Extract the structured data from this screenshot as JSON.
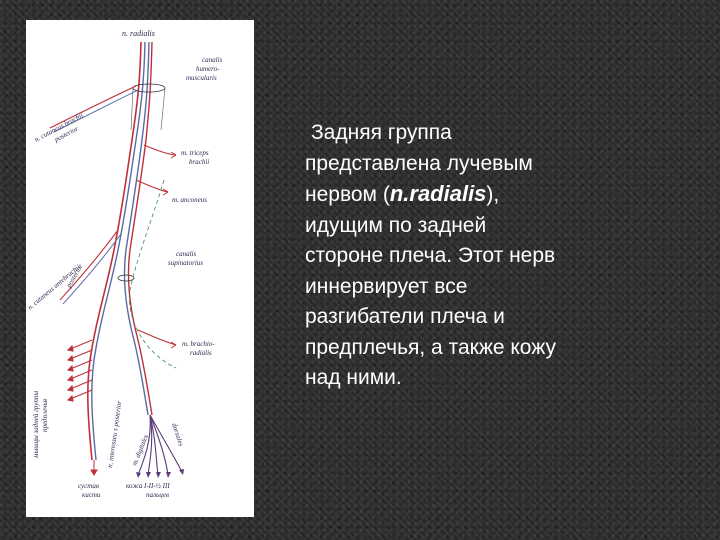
{
  "figure": {
    "labels": {
      "n_radialis": "n. radialis",
      "canalis_humeromuscularis_1": "canalis",
      "canalis_humeromuscularis_2": "humero-",
      "canalis_humeromuscularis_3": "muscularis",
      "n_cutaneus_brachii_1": "n. cutaneus brachii",
      "n_cutaneus_brachii_2": "posterior",
      "m_triceps_1": "m. triceps",
      "m_triceps_2": "brachii",
      "m_anconeus": "m. anconeus",
      "n_cutaneus_antebrachii_1": "n. cutaneus antebrachii",
      "n_cutaneus_antebrachii_2": "posterior",
      "canalis_supinatorius_1": "canalis",
      "canalis_supinatorius_2": "supinatorius",
      "m_brachioradialis_1": "m. brachio-",
      "m_brachioradialis_2": "radialis",
      "muscles_1": "мышцы задней группы",
      "muscles_2": "предплечья",
      "n_interosseus": "n. interosseu s posterior",
      "m_digitales": "m. digitales",
      "dorsales": "dorsales",
      "sustava_1": "сустав",
      "sustava_2": "кисти",
      "kozha_1": "кожа I-II-½ III",
      "kozha_2": "пальцев"
    },
    "colors": {
      "nerve_red": "#c0303a",
      "nerve_blue": "#5a6aa8",
      "nerve_green": "#3a8a50",
      "nerve_purple": "#5a3a7a"
    }
  },
  "text": {
    "line1": "Задняя группа",
    "line2": "представлена лучевым",
    "line3_a": "нервом (",
    "line3_b": "n.radialis",
    "line3_c": "),",
    "line4": "идущим по задней",
    "line5": "стороне плеча. Этот нерв",
    "line6": "иннервирует все",
    "line7": "разгибатели плеча и",
    "line8": "предплечья, а также кожу",
    "line9": "над ними."
  }
}
